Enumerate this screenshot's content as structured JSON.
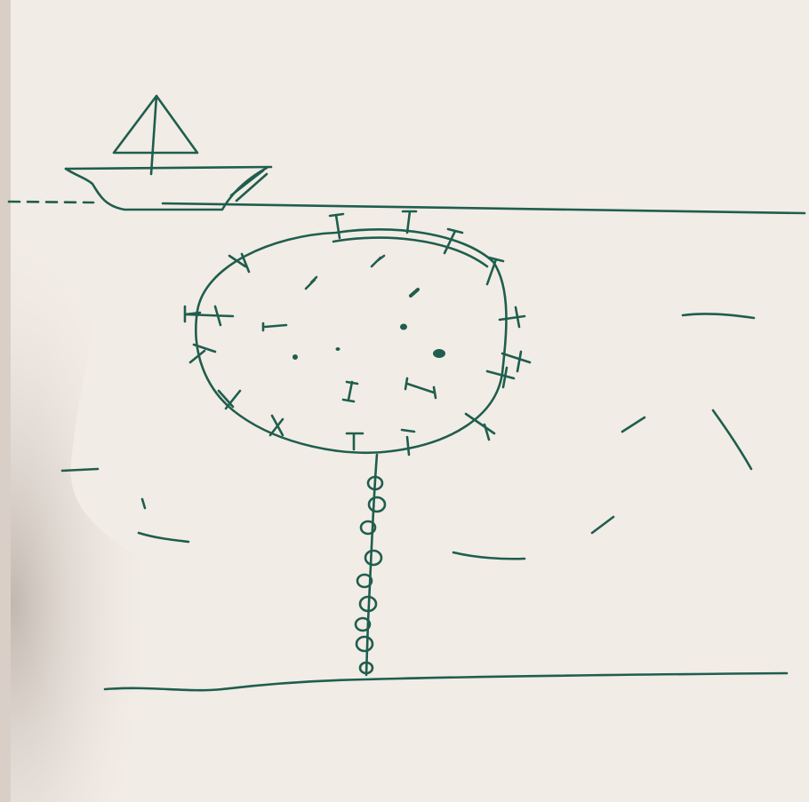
{
  "image": {
    "description_tags": [
      "paper-sketch",
      "boat",
      "sea-surface",
      "spiky-sphere",
      "chain",
      "sea-floor"
    ],
    "colors": {
      "paper": "#f2ece6",
      "paper_shadow": "#c9bfb8",
      "ink": "#1f5e4e"
    }
  }
}
